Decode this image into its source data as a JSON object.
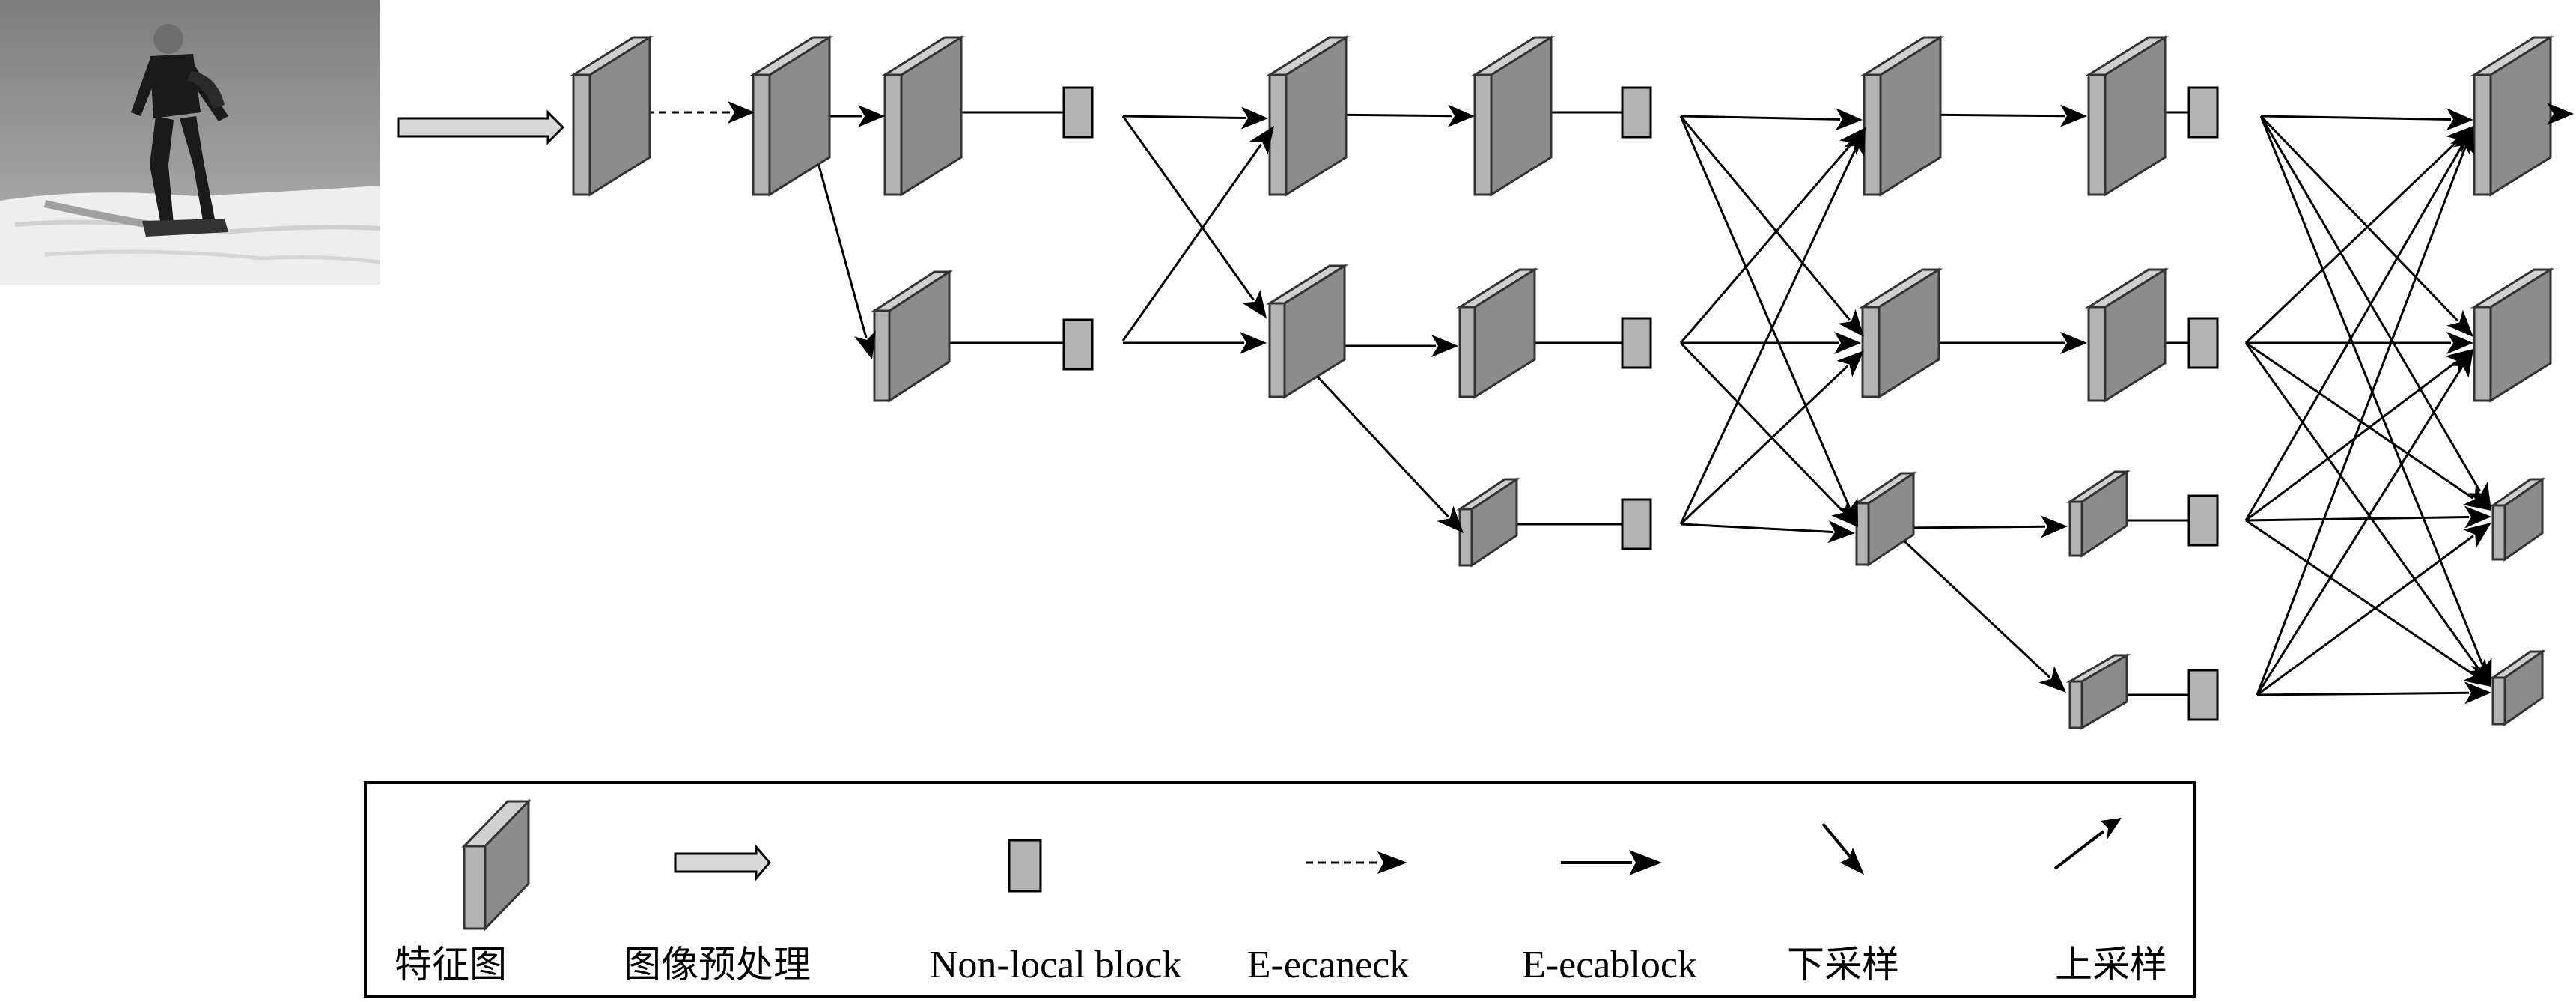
{
  "legend": {
    "feature_map": "特征图",
    "preprocessing": "图像预处理",
    "nonlocal_block": "Non-local block",
    "e_ecaneck": "E-ecaneck",
    "e_ecablock": "E-ecablock",
    "downsample": "下采样",
    "upsample": "上采样"
  },
  "colors": {
    "block_fill": "#b3b3b3",
    "block_side": "#8c8c8c",
    "stroke": "#000000",
    "preprocess_fill": "#d9d9d9",
    "photo_sky": "#8f8f8f",
    "photo_snow": "#eeeeee"
  }
}
